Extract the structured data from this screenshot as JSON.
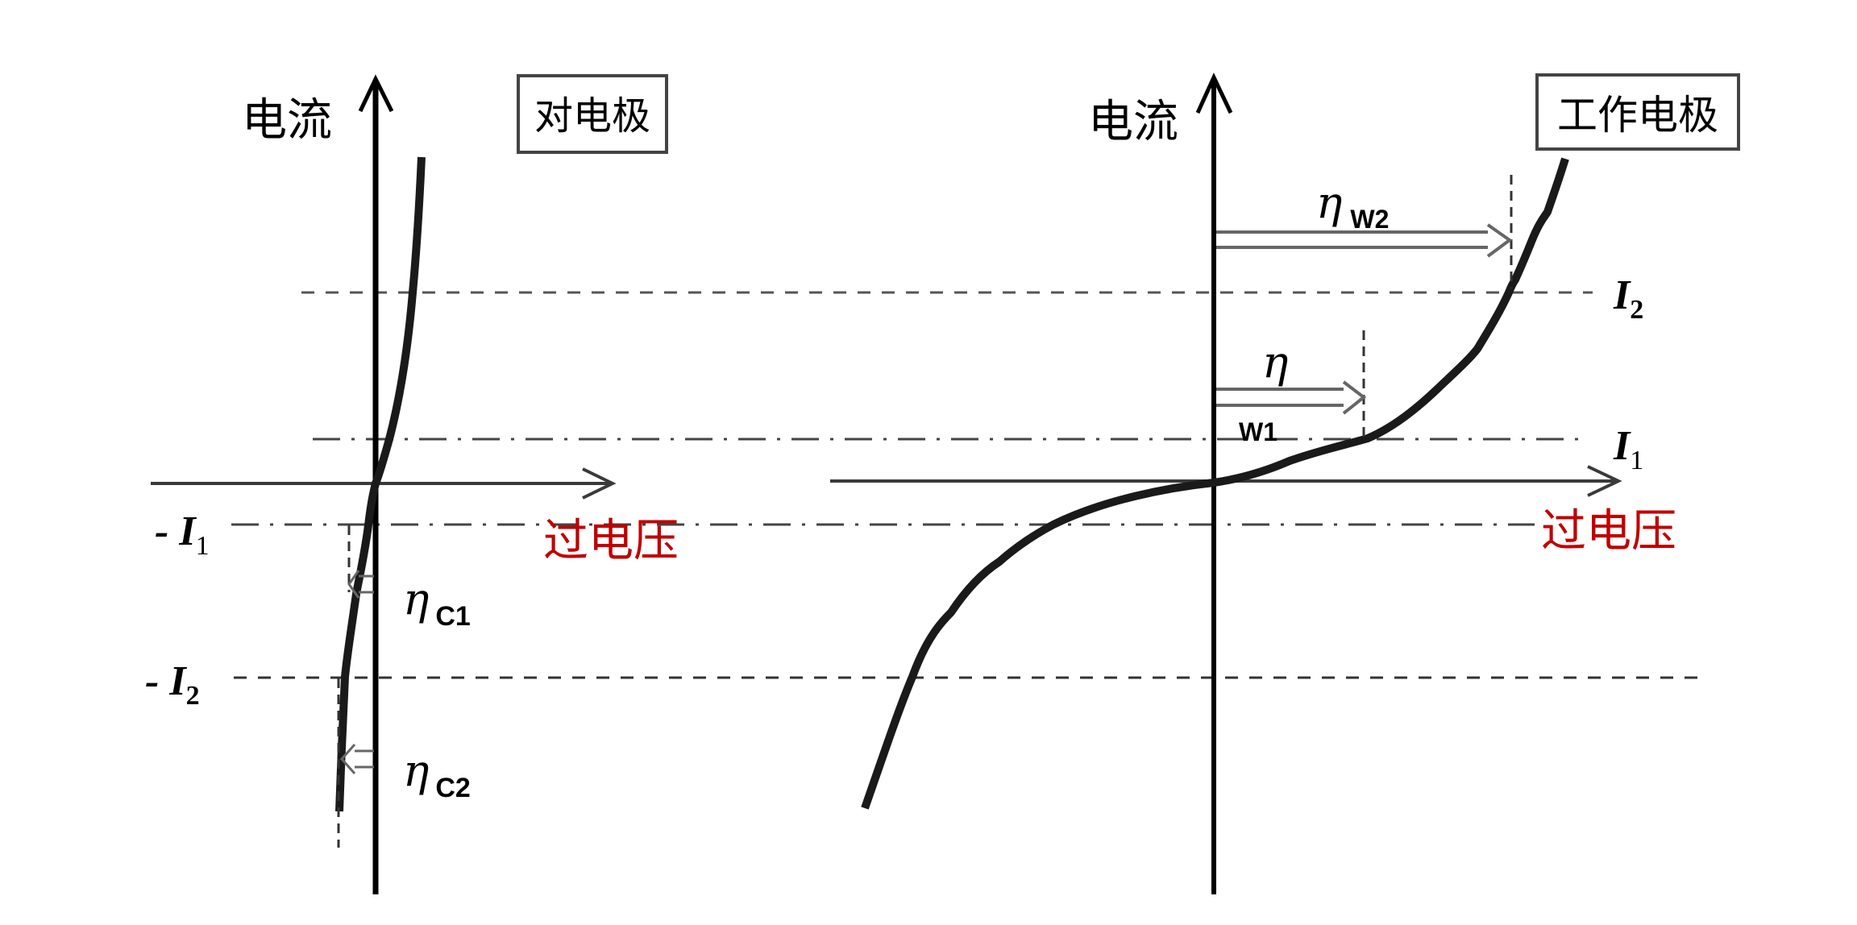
{
  "colors": {
    "background": "#ffffff",
    "axis": "#000000",
    "thin_axis": "#3a3a3a",
    "curve": "#1a1a1a",
    "guide_line": "#4a4a4a",
    "overvoltage_label": "#c00000",
    "text": "#000000"
  },
  "left_panel": {
    "y_axis_label": "电流",
    "electrode_label": "对电极",
    "x_axis_label": "过电压",
    "level_labels": {
      "neg_i1_prefix": "- ",
      "neg_i1_symbol": "I",
      "neg_i1_sub": "1",
      "neg_i2_prefix": "- ",
      "neg_i2_symbol": "I",
      "neg_i2_sub": "2"
    },
    "overpotential_labels": {
      "c1_symbol": "η",
      "c1_sub": "C1",
      "c2_symbol": "η",
      "c2_sub": "C2"
    }
  },
  "right_panel": {
    "y_axis_label": "电流",
    "electrode_label": "工作电极",
    "x_axis_label": "过电压",
    "level_labels": {
      "i1_symbol": "I",
      "i1_sub": "1",
      "i2_symbol": "I",
      "i2_sub": "2"
    },
    "overpotential_labels": {
      "w1_symbol": "η",
      "w1_sub": "W1",
      "w2_symbol": "η",
      "w2_sub": "W2"
    }
  },
  "reference_lines": [
    {
      "name": "I2",
      "style": "dashed"
    },
    {
      "name": "I1",
      "style": "dash-dot"
    },
    {
      "name": "-I1",
      "style": "dash-dot"
    },
    {
      "name": "-I2",
      "style": "dashed"
    }
  ]
}
